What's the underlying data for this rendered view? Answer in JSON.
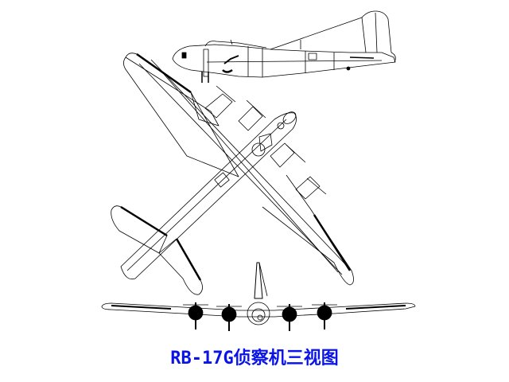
{
  "figure": {
    "title": "RB-17G侦察机三视图",
    "title_color": "#0a14e6",
    "views": [
      {
        "name": "side-view",
        "label": "Side view (profile)"
      },
      {
        "name": "top-view",
        "label": "Top view (planform)"
      },
      {
        "name": "front-view",
        "label": "Front view"
      }
    ],
    "line_color": "#000000",
    "background": "#ffffff"
  }
}
